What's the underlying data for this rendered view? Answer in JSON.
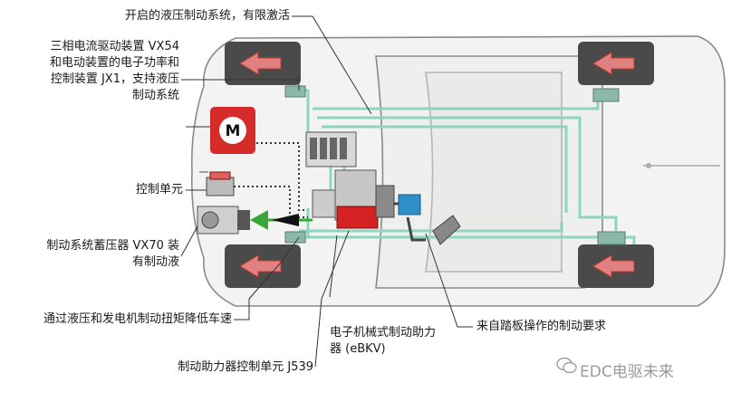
{
  "labels": {
    "hydraulic_brake_limited": "开启的液压制动系统，有限激活",
    "vx54_line1": "三相电流驱动装置 VX54",
    "vx54_line2": "和电动装置的电子功率和",
    "vx54_line3": "控制装置 JX1，支持液压",
    "vx54_line4": "制动系统",
    "control_unit": "控制单元",
    "accumulator_line1": "制动系统蓄压器 VX70 装",
    "accumulator_line2": "有制动液",
    "reduce_speed": "通过液压和发电机制动扭矩降低车速",
    "ebkv_line1": "电子机械式制动助力",
    "ebkv_line2": "器 (eBKV)",
    "pedal_request": "来自踏板操作的制动要求",
    "j539": "制动助力器控制单元 J539"
  },
  "motor_symbol": "M",
  "watermark": "EDC电驱未来",
  "colors": {
    "body_outline": "#8a8a8a",
    "brake_line": "#8fd3c2",
    "tire": "#4a4a4a",
    "arrow_red": "#c0392b",
    "motor_red": "#d62b2b",
    "booster_red": "#d42222",
    "green_accent": "#3aa63a"
  }
}
